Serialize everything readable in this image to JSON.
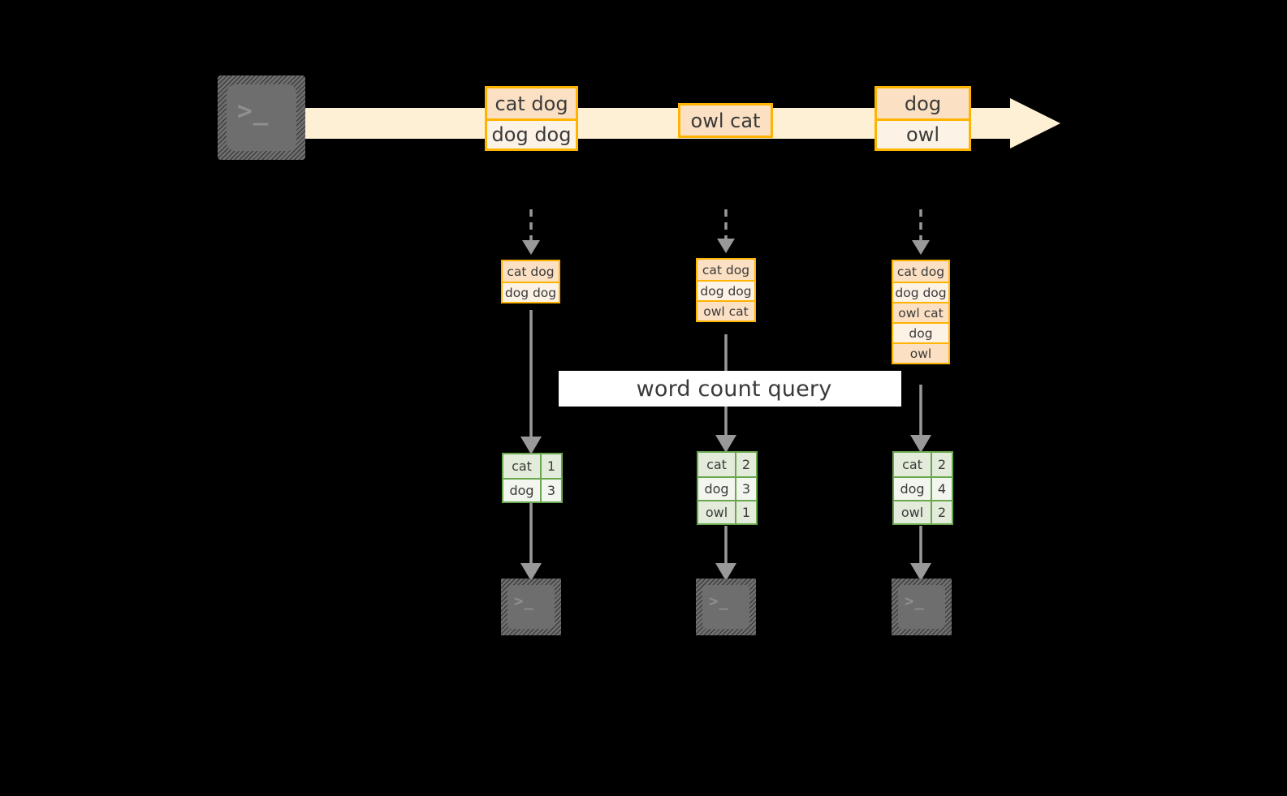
{
  "colors": {
    "background": "#000000",
    "stream_arrow_fill": "#fdf0d5",
    "record_border": "#ffb400",
    "record_fill_dark": "#fbe0c3",
    "record_fill_light": "#fdf2e6",
    "table_border": "#6aa84f",
    "table_fill_dark": "#e3ebda",
    "table_fill_light": "#f2f6ee",
    "connector": "#999999",
    "terminal_body": "#6e6e6e",
    "terminal_glyph": "#8f8f8f",
    "banner_background": "#ffffff",
    "text": "#3a3a3a"
  },
  "icons": {
    "source_terminal": "terminal-icon",
    "sink_terminal": "terminal-icon",
    "terminal_prompt_glyph": ">_"
  },
  "stream": {
    "arrow_name": "append-only-stream-arrow",
    "records": [
      {
        "id": "record-1",
        "lines": [
          {
            "text": "cat dog",
            "shade": "dark"
          },
          {
            "text": "dog dog",
            "shade": "light"
          }
        ]
      },
      {
        "id": "record-2",
        "lines": [
          {
            "text": "owl cat",
            "shade": "dark"
          }
        ]
      },
      {
        "id": "record-3",
        "lines": [
          {
            "text": "dog",
            "shade": "dark"
          },
          {
            "text": "owl",
            "shade": "light"
          }
        ]
      }
    ]
  },
  "snapshots": [
    {
      "id": "snapshot-1",
      "lines": [
        {
          "text": "cat dog",
          "shade": "dark"
        },
        {
          "text": "dog dog",
          "shade": "light"
        }
      ]
    },
    {
      "id": "snapshot-2",
      "lines": [
        {
          "text": "cat dog",
          "shade": "dark"
        },
        {
          "text": "dog dog",
          "shade": "light"
        },
        {
          "text": "owl cat",
          "shade": "dark"
        }
      ]
    },
    {
      "id": "snapshot-3",
      "lines": [
        {
          "text": "cat dog",
          "shade": "dark"
        },
        {
          "text": "dog dog",
          "shade": "light"
        },
        {
          "text": "owl cat",
          "shade": "dark"
        },
        {
          "text": "dog",
          "shade": "light"
        },
        {
          "text": "owl",
          "shade": "dark"
        }
      ]
    }
  ],
  "query": {
    "label": "word count query"
  },
  "results": [
    {
      "id": "result-1",
      "rows": [
        {
          "word": "cat",
          "count": "1",
          "shade": "dark"
        },
        {
          "word": "dog",
          "count": "3",
          "shade": "light"
        }
      ]
    },
    {
      "id": "result-2",
      "rows": [
        {
          "word": "cat",
          "count": "2",
          "shade": "dark"
        },
        {
          "word": "dog",
          "count": "3",
          "shade": "light"
        },
        {
          "word": "owl",
          "count": "1",
          "shade": "dark"
        }
      ]
    },
    {
      "id": "result-3",
      "rows": [
        {
          "word": "cat",
          "count": "2",
          "shade": "dark"
        },
        {
          "word": "dog",
          "count": "4",
          "shade": "light"
        },
        {
          "word": "owl",
          "count": "2",
          "shade": "dark"
        }
      ]
    }
  ]
}
